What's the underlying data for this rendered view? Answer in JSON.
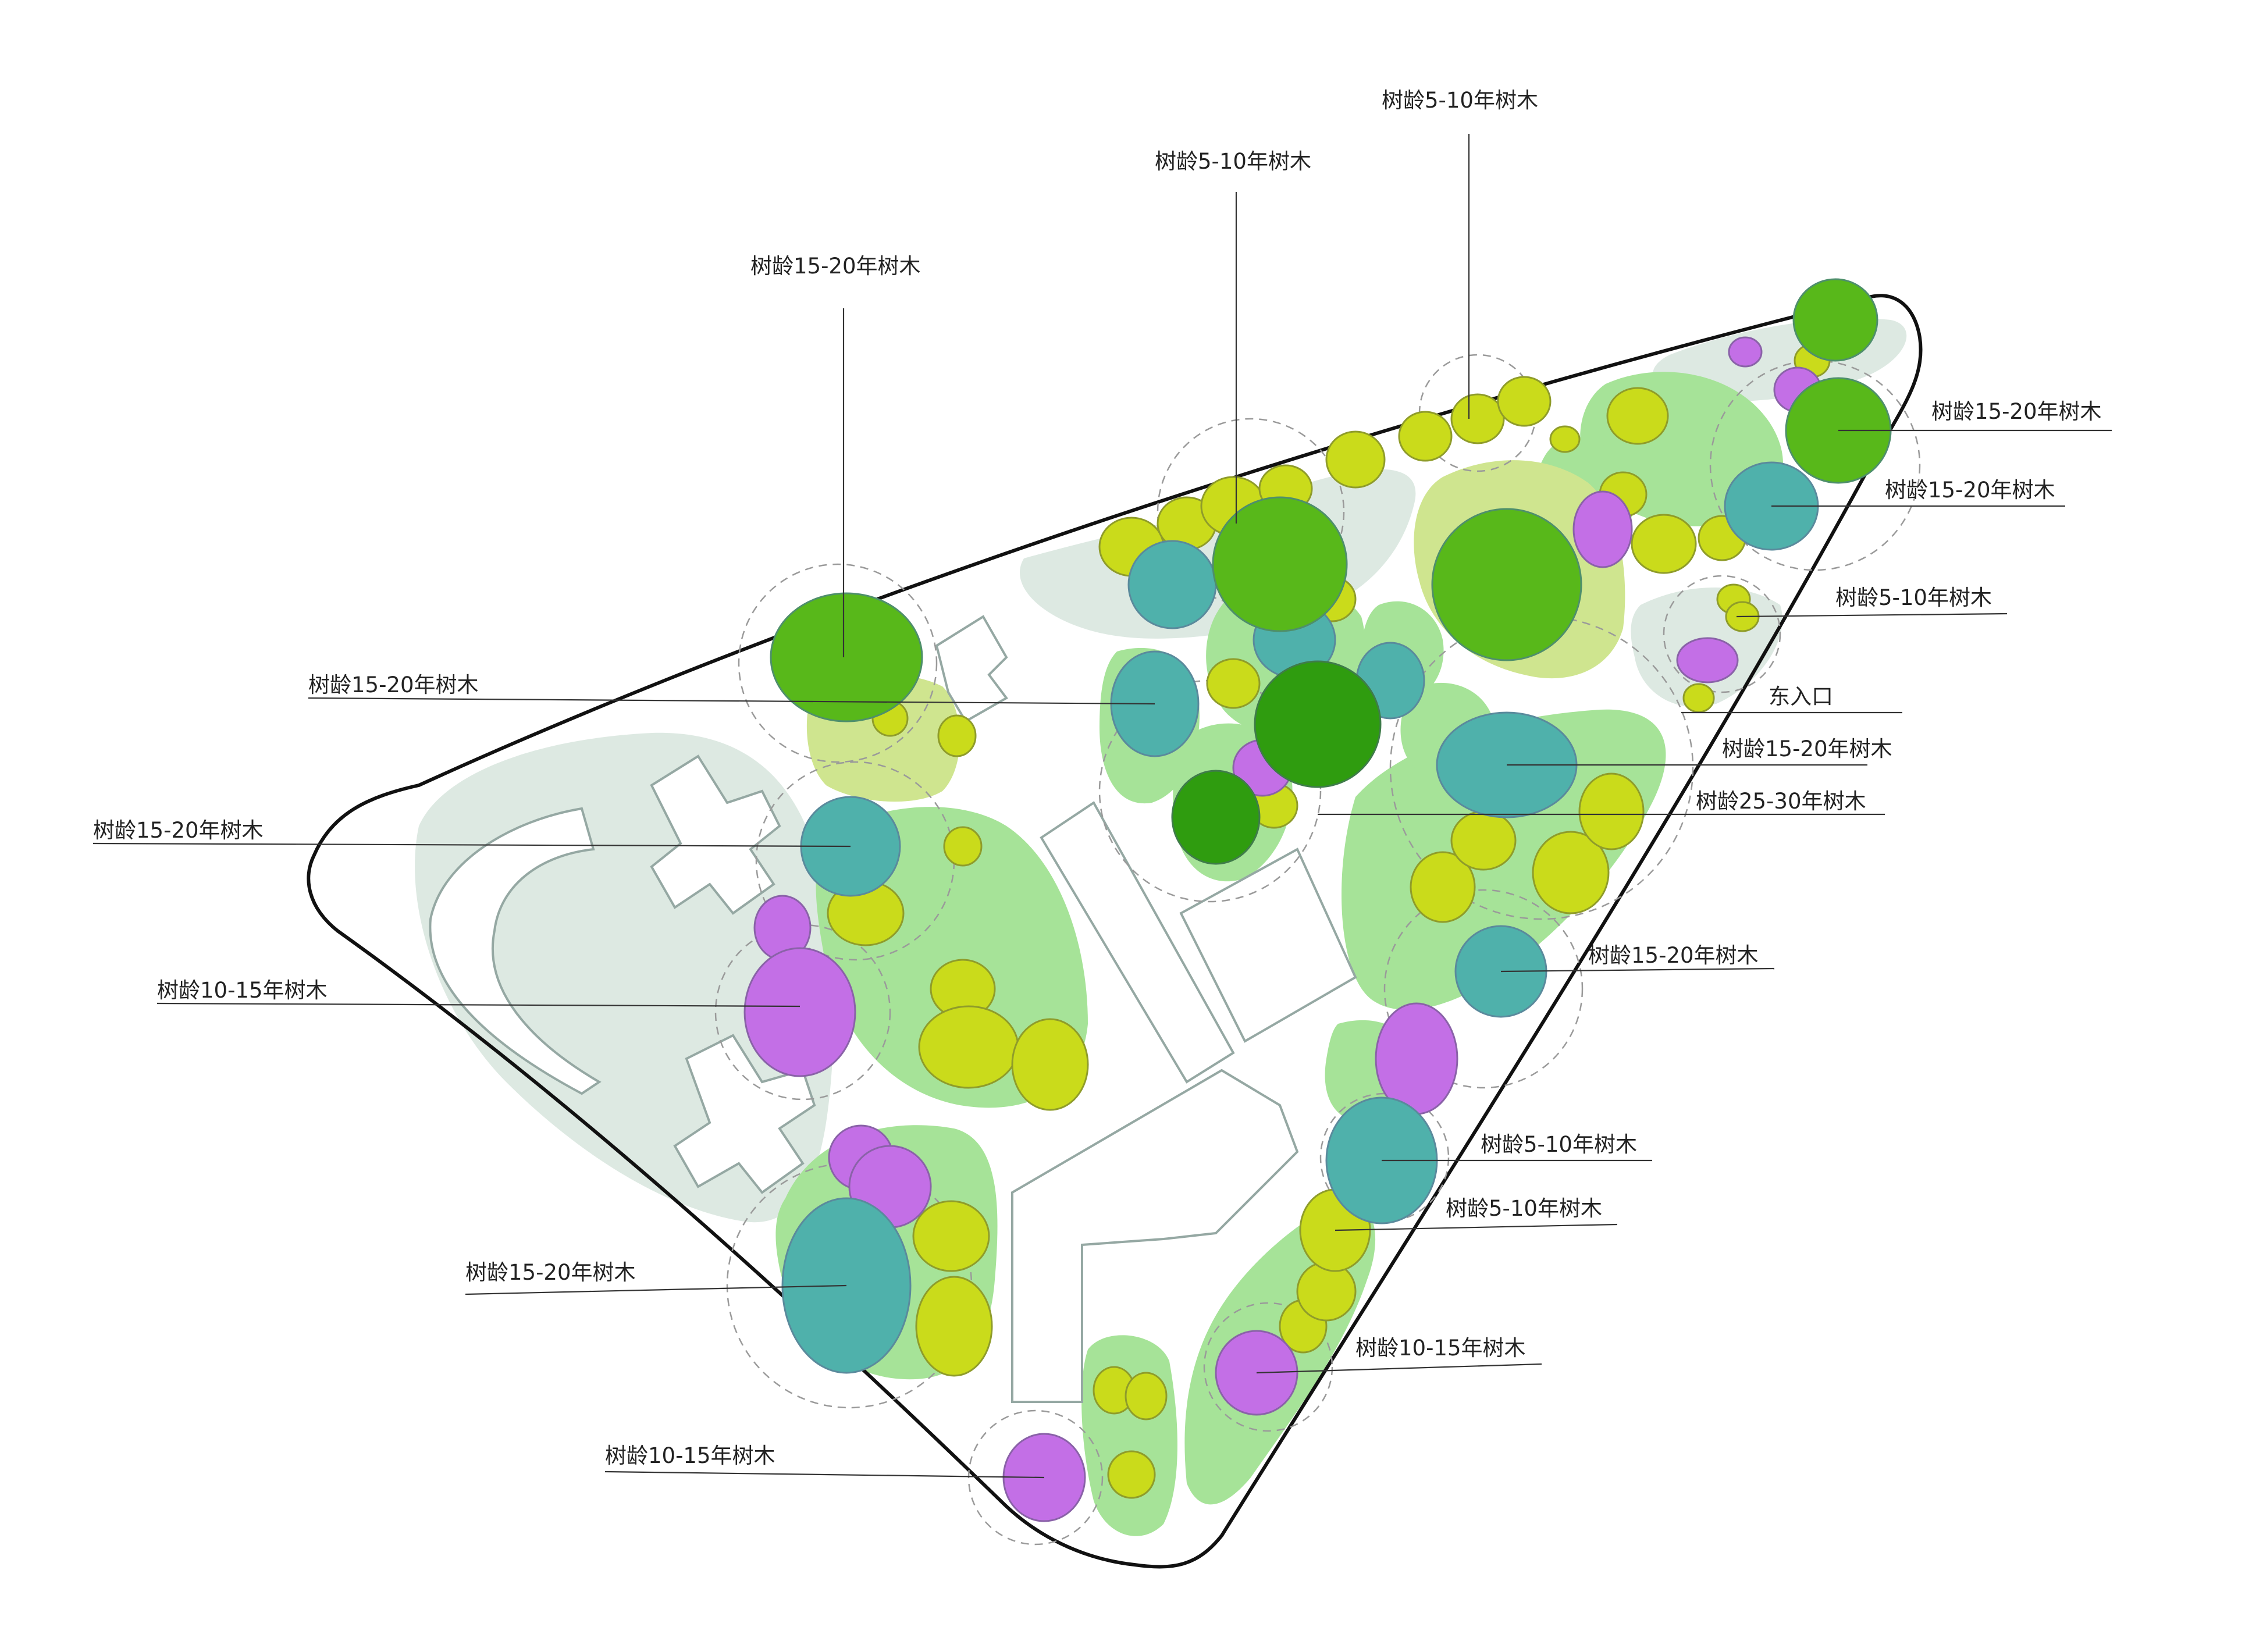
{
  "legend_colors": {
    "age_5_10": "#cadb1b",
    "age_10_15": "#c36fe6",
    "age_15_20_teal": "#4fb1ab",
    "age_15_20_green": "#58b81a",
    "age_25_30": "#2f9c0f",
    "light_green_zone": "#a6e398",
    "pale_green_zone": "#dde9e2",
    "site_outline": "#111111"
  },
  "labels": {
    "top_5_10_a": "树龄5-10年树木",
    "top_5_10_b": "树龄5-10年树木",
    "top_15_20": "树龄15-20年树木",
    "right_15_20_a": "树龄15-20年树木",
    "right_15_20_b": "树龄15-20年树木",
    "right_5_10": "树龄5-10年树木",
    "east_entrance": "东入口",
    "right_15_20_c": "树龄15-20年树木",
    "right_25_30": "树龄25-30年树木",
    "right_15_20_d": "树龄15-20年树木",
    "right_5_10_b": "树龄5-10年树木",
    "right_5_10_c": "树龄5-10年树木",
    "right_10_15": "树龄10-15年树木",
    "left_15_20_a": "树龄15-20年树木",
    "left_15_20_b": "树龄15-20年树木",
    "left_10_15": "树龄10-15年树木",
    "left_15_20_c": "树龄15-20年树木",
    "bottom_10_15": "树龄10-15年树木"
  }
}
